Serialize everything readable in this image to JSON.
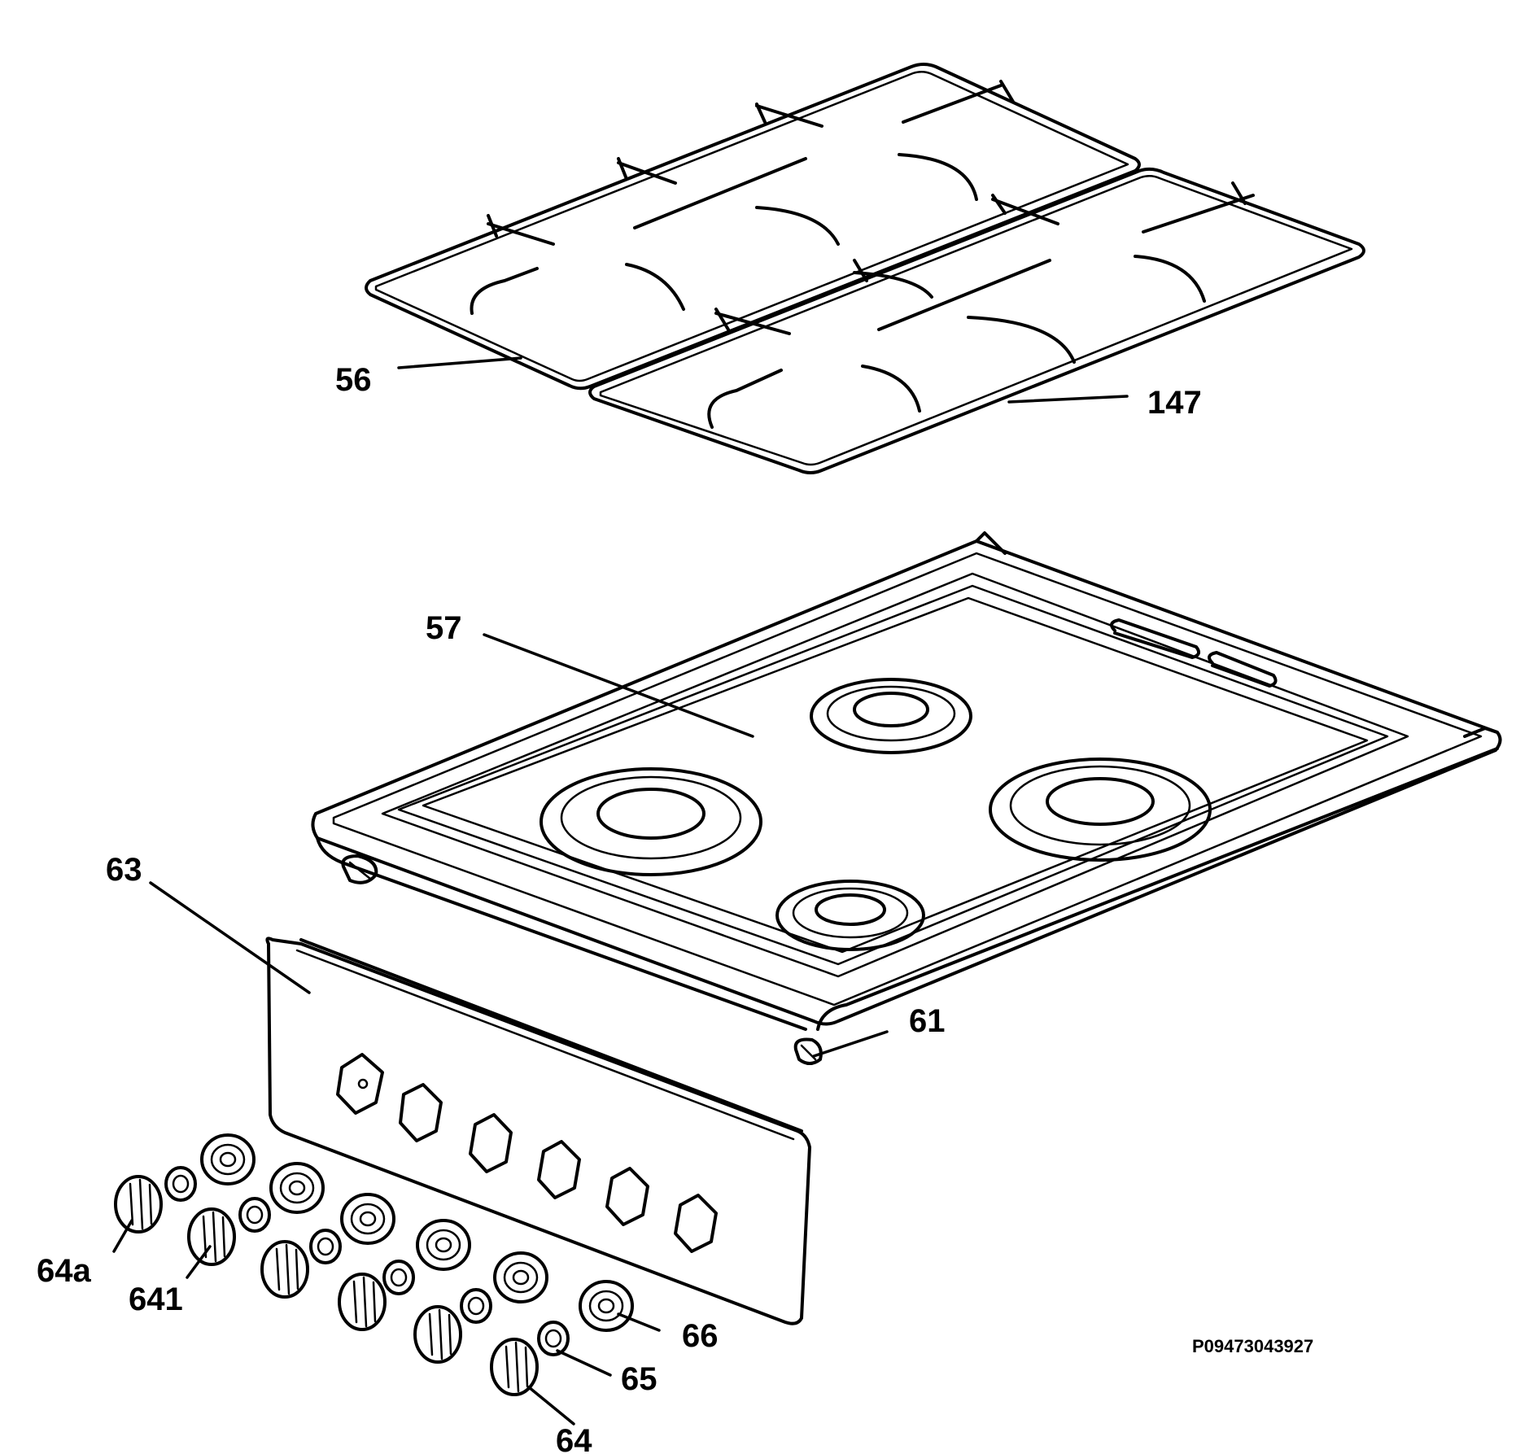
{
  "diagram": {
    "code": "P09473043927",
    "parts": [
      {
        "id": "grate-left",
        "label": "56"
      },
      {
        "id": "grate-right",
        "label": "147"
      },
      {
        "id": "hob-top",
        "label": "57"
      },
      {
        "id": "control-panel",
        "label": "63"
      },
      {
        "id": "fixing-clip",
        "label": "61"
      },
      {
        "id": "knob-a",
        "label": "64a"
      },
      {
        "id": "knob-variant",
        "label": "641"
      },
      {
        "id": "knob",
        "label": "64"
      },
      {
        "id": "spring",
        "label": "65"
      },
      {
        "id": "bezel-ring",
        "label": "66"
      }
    ]
  },
  "colors": {
    "line": "#000000",
    "background": "#ffffff"
  }
}
